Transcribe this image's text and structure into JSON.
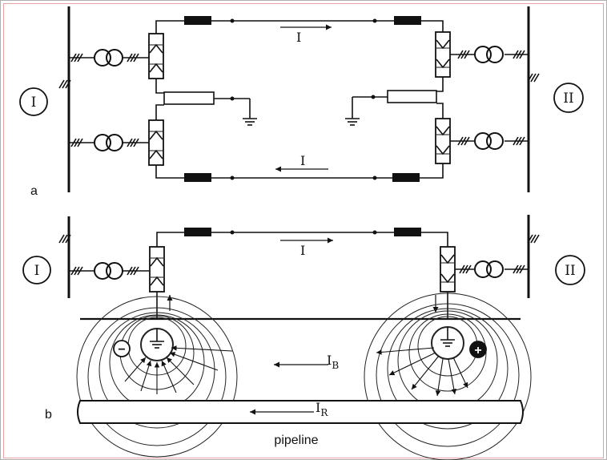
{
  "diagram": {
    "panel_a_label": "a",
    "panel_b_label": "b",
    "station_left": "I",
    "station_right": "II",
    "current_top": "I",
    "current_bottom": "I",
    "current_b_line": "I",
    "earth_current_main": "I",
    "earth_current_sub": "B",
    "pipe_current_main": "I",
    "pipe_current_sub": "R",
    "pipeline_label": "pipeline",
    "anode_sign": "−",
    "cathode_sign": "+"
  }
}
